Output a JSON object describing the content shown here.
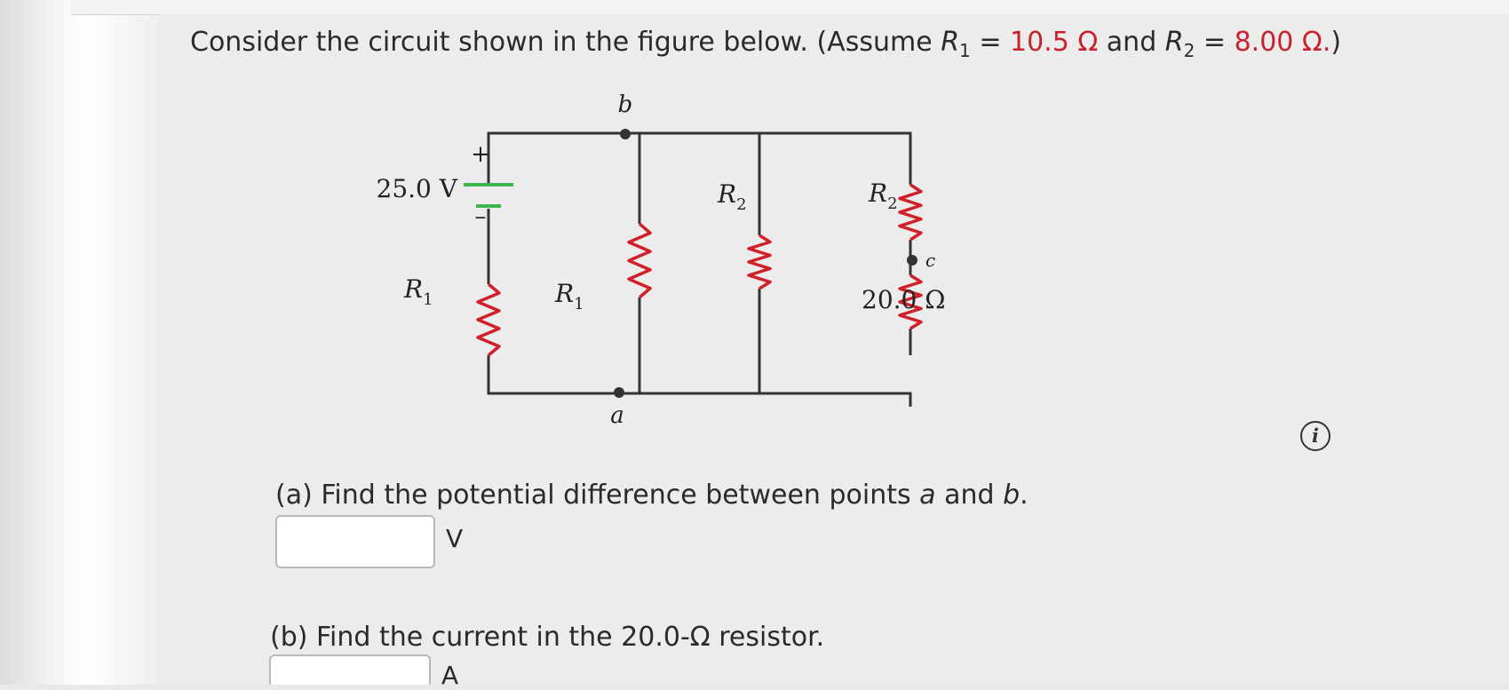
{
  "question": {
    "prefix": "Consider the circuit shown in the figure below. (Assume ",
    "r1_symbol": "R",
    "r1_sub": "1",
    "eq1": " = ",
    "r1_value": "10.5 Ω",
    "mid": " and ",
    "r2_symbol": "R",
    "r2_sub": "2",
    "eq2": " = ",
    "r2_value": "8.00 Ω.",
    "suffix": ")"
  },
  "circuit": {
    "node_b": "b",
    "node_a": "a",
    "node_c": "c",
    "battery_voltage": "25.0 V",
    "plus_sign": "+",
    "minus_sign": "–",
    "r1_label": "R",
    "r1_sub": "1",
    "r2_label": "R",
    "r2_sub": "2",
    "resistor_20": "20.0 Ω",
    "resistor_color": "#d0202a"
  },
  "info_icon": "i",
  "part_a": {
    "prefix": "(a) Find the potential difference between points ",
    "var1": "a",
    "mid": " and ",
    "var2": "b",
    "suffix": ".",
    "answer_value": "",
    "unit": "V"
  },
  "part_b": {
    "text": "(b) Find the current in the 20.0-Ω resistor.",
    "answer_value": "",
    "unit": "A"
  }
}
